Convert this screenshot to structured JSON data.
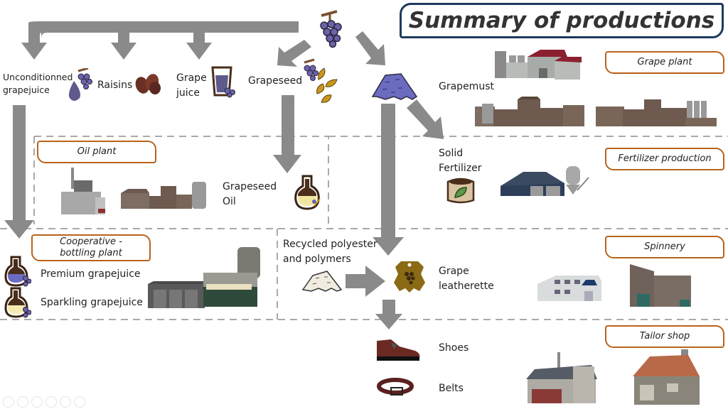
{
  "title": "Summary of productions",
  "source": {
    "name": "Grapes",
    "icon": "grapes-icon"
  },
  "products_top": [
    {
      "label": "Unconditionned grapejuice",
      "line1": "Unconditionned",
      "line2": "grapejuice",
      "icon": "grape-juice-drop-icon"
    },
    {
      "label": "Raisins",
      "icon": "raisins-icon"
    },
    {
      "label": "Grape juice",
      "line1": "Grape",
      "line2": "juice",
      "icon": "juice-glass-icon"
    },
    {
      "label": "Grapeseed",
      "icon": "grapeseed-icon"
    },
    {
      "label": "Grapemust",
      "icon": "grapemust-icon"
    }
  ],
  "sections": {
    "grape_plant": {
      "tag": "Grape plant"
    },
    "oil_plant": {
      "tag": "Oil plant",
      "product_line1": "Grapeseed",
      "product_line2": "Oil",
      "icon": "oil-flask-icon"
    },
    "fertilizer": {
      "tag": "Fertilizer production",
      "product_line1": "Solid",
      "product_line2": "Fertilizer",
      "icon": "fertilizer-bag-icon"
    },
    "cooperative": {
      "tag_line1": "Cooperative -",
      "tag_line2": "bottling plant",
      "products": [
        "Premium grapejuice",
        "Sparkling grapejuice"
      ]
    },
    "spinnery": {
      "tag": "Spinnery",
      "input_line1": "Recycled polyester",
      "input_line2": "and polymers",
      "product_line1": "Grape",
      "product_line2": "leatherette",
      "icon": "leather-icon"
    },
    "tailor": {
      "tag": "Tailor shop",
      "products": [
        "Shoes",
        "Belts"
      ]
    }
  },
  "colors": {
    "arrow": "#8a8a8a",
    "tag_border": "#b8631c",
    "title_border": "#1e3a5c",
    "grape": "#6b63a8",
    "dashed": "#a8a8a8"
  }
}
